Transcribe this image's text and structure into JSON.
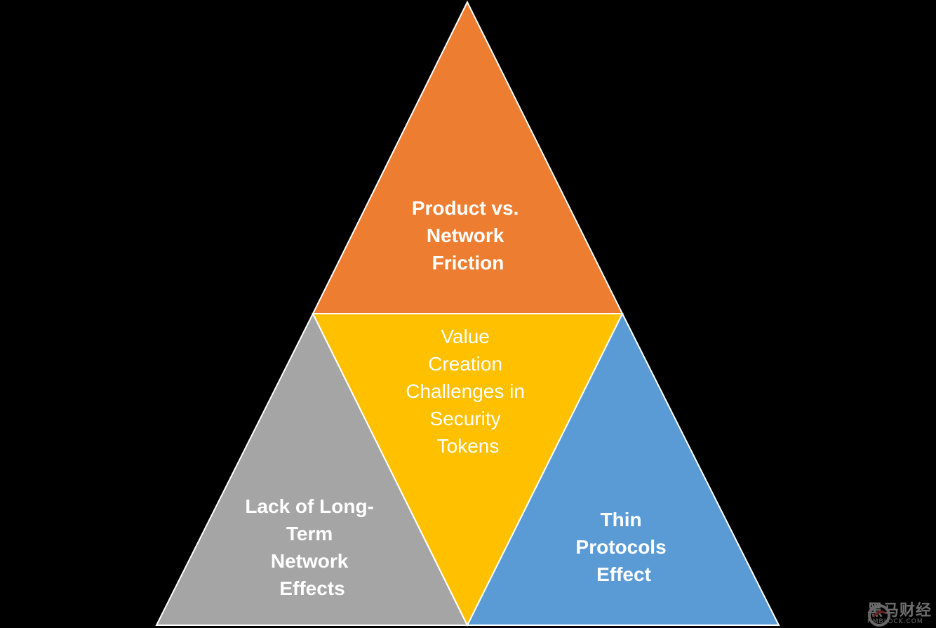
{
  "diagram": {
    "top": {
      "lines": [
        "Product vs.",
        "Network",
        "Friction"
      ],
      "color": "#ED7D31"
    },
    "center": {
      "lines": [
        "Value",
        "Creation",
        "Challenges in",
        "Security",
        "Tokens"
      ],
      "color": "#FFC000"
    },
    "left": {
      "lines": [
        "Lack of Long-",
        "Term",
        "Network",
        "Effects"
      ],
      "color": "#A5A5A5"
    },
    "right": {
      "lines": [
        "Thin",
        "Protocols",
        "Effect"
      ],
      "color": "#5B9BD5"
    },
    "outline_color": "#FFFFFF"
  },
  "watermark": {
    "brand": "黑马财经",
    "site": "HMBLOCK.COM",
    "icon": "hmblock-logo-icon"
  }
}
